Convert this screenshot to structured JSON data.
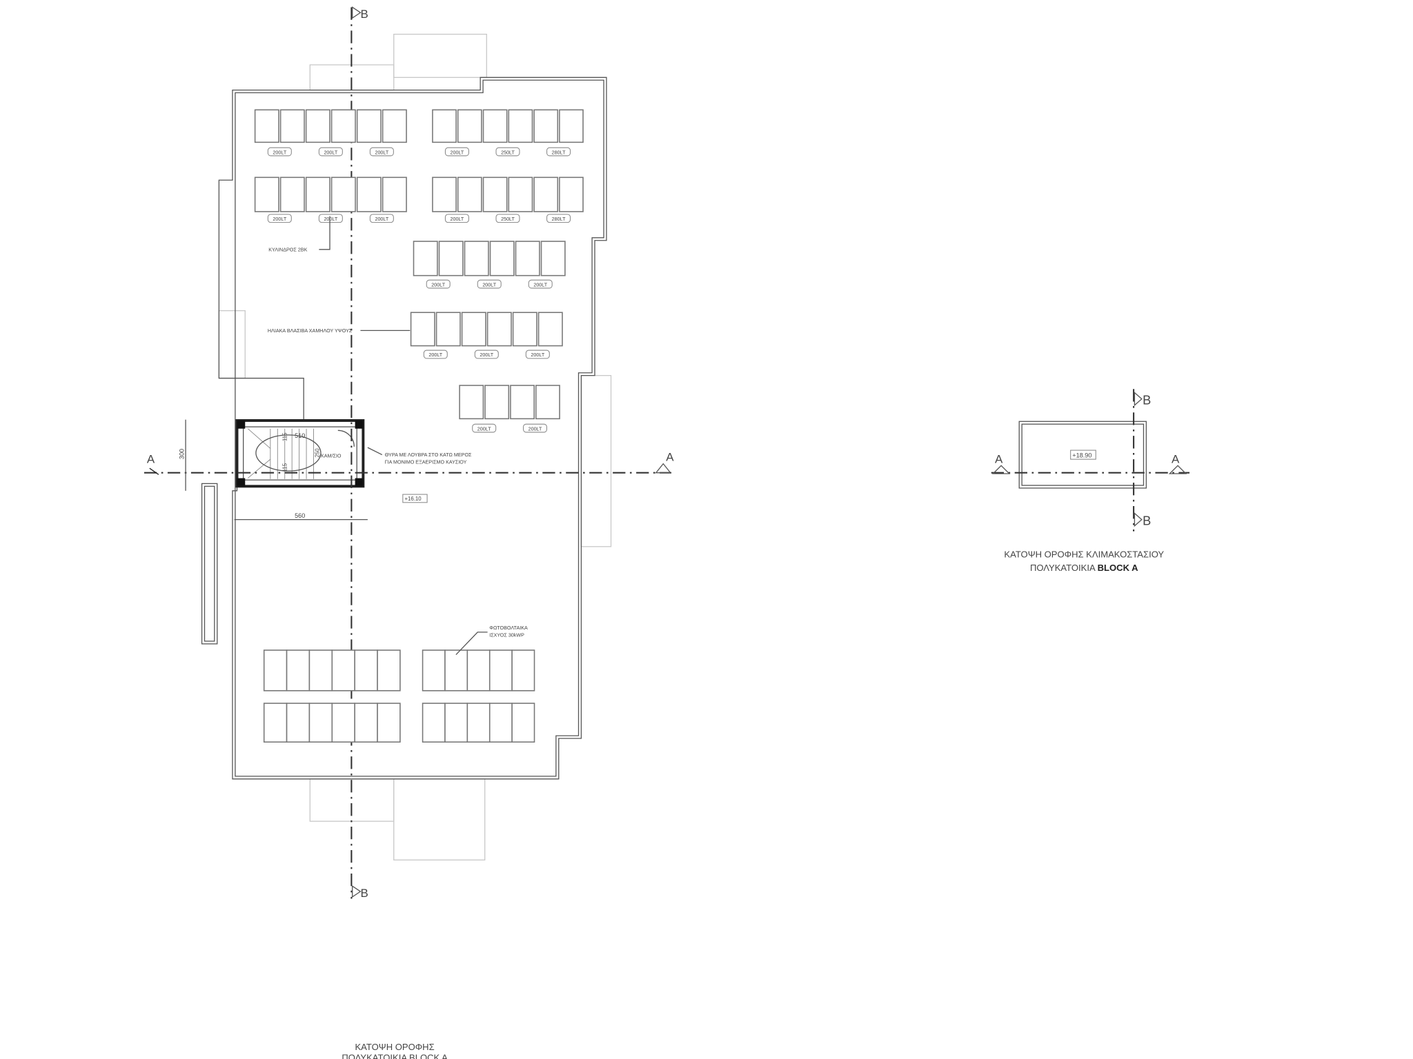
{
  "main_plan": {
    "title_line1": "ΚΑΤΟΨΗ ΟΡΟΦΗΣ",
    "title_line2": "ΠΟΛΥΚΑΤΟΙΚΙΑ BLOCK A",
    "section_a": "A",
    "section_b": "B",
    "level": "+16.10",
    "tank_rows": [
      {
        "labels": [
          "200LT",
          "200LT",
          "200LT"
        ]
      },
      {
        "labels": [
          "200LT",
          "250LT",
          "280LT"
        ]
      },
      {
        "labels": [
          "200LT",
          "200LT",
          "200LT"
        ]
      },
      {
        "labels": [
          "200LT",
          "250LT",
          "280LT"
        ]
      },
      {
        "labels": [
          "200LT",
          "200LT",
          "200LT"
        ]
      },
      {
        "labels": [
          "200LT",
          "200LT",
          "200LT"
        ]
      },
      {
        "labels": [
          "200LT",
          "200LT"
        ]
      }
    ],
    "note_cylinder": "ΚΥΛΙΝΔΡΟΣ 2ΒΚ",
    "note_solar_panel": "ΗΛΙΑΚΑ ΒΛΑΣΙΒΑ ΧΑΜΗΛΟΥ ΥΨΟΥΣ",
    "note_door_1": "ΘΥΡΑ ΜΕ ΛΟΥΒΡΑ ΣΤΟ ΚΑΤΩ ΜΕΡΟΣ",
    "note_door_2": "ΓΙΑ ΜΟΝΙΜΟ ΕΞΑΕΡΙΣΜΟ ΚΑΥΣΙΟΥ",
    "note_pv_1": "ΦΩΤΟΒΟΛΤΑΙΚΑ",
    "note_pv_2": "ΙΣΧΥΟΣ 30kWP",
    "room_label": "ΚΑΜ/ΣΙΟ",
    "dims": {
      "d300": "300",
      "d510": "510",
      "d560": "560",
      "d115a": "115",
      "d115b": "115",
      "d250": "250"
    }
  },
  "stair_roof_plan": {
    "title_line1": "ΚΑΤΟΨΗ ΟΡΟΦΗΣ  ΚΛΙΜΑΚΟΣΤΑΣΙΟΥ",
    "title_line2_a": "ΠΟΛΥΚΑΤΟΙΚΙΑ ",
    "title_line2_b": "BLOCK A",
    "level": "+18.90",
    "section_a": "A",
    "section_b": "B"
  }
}
